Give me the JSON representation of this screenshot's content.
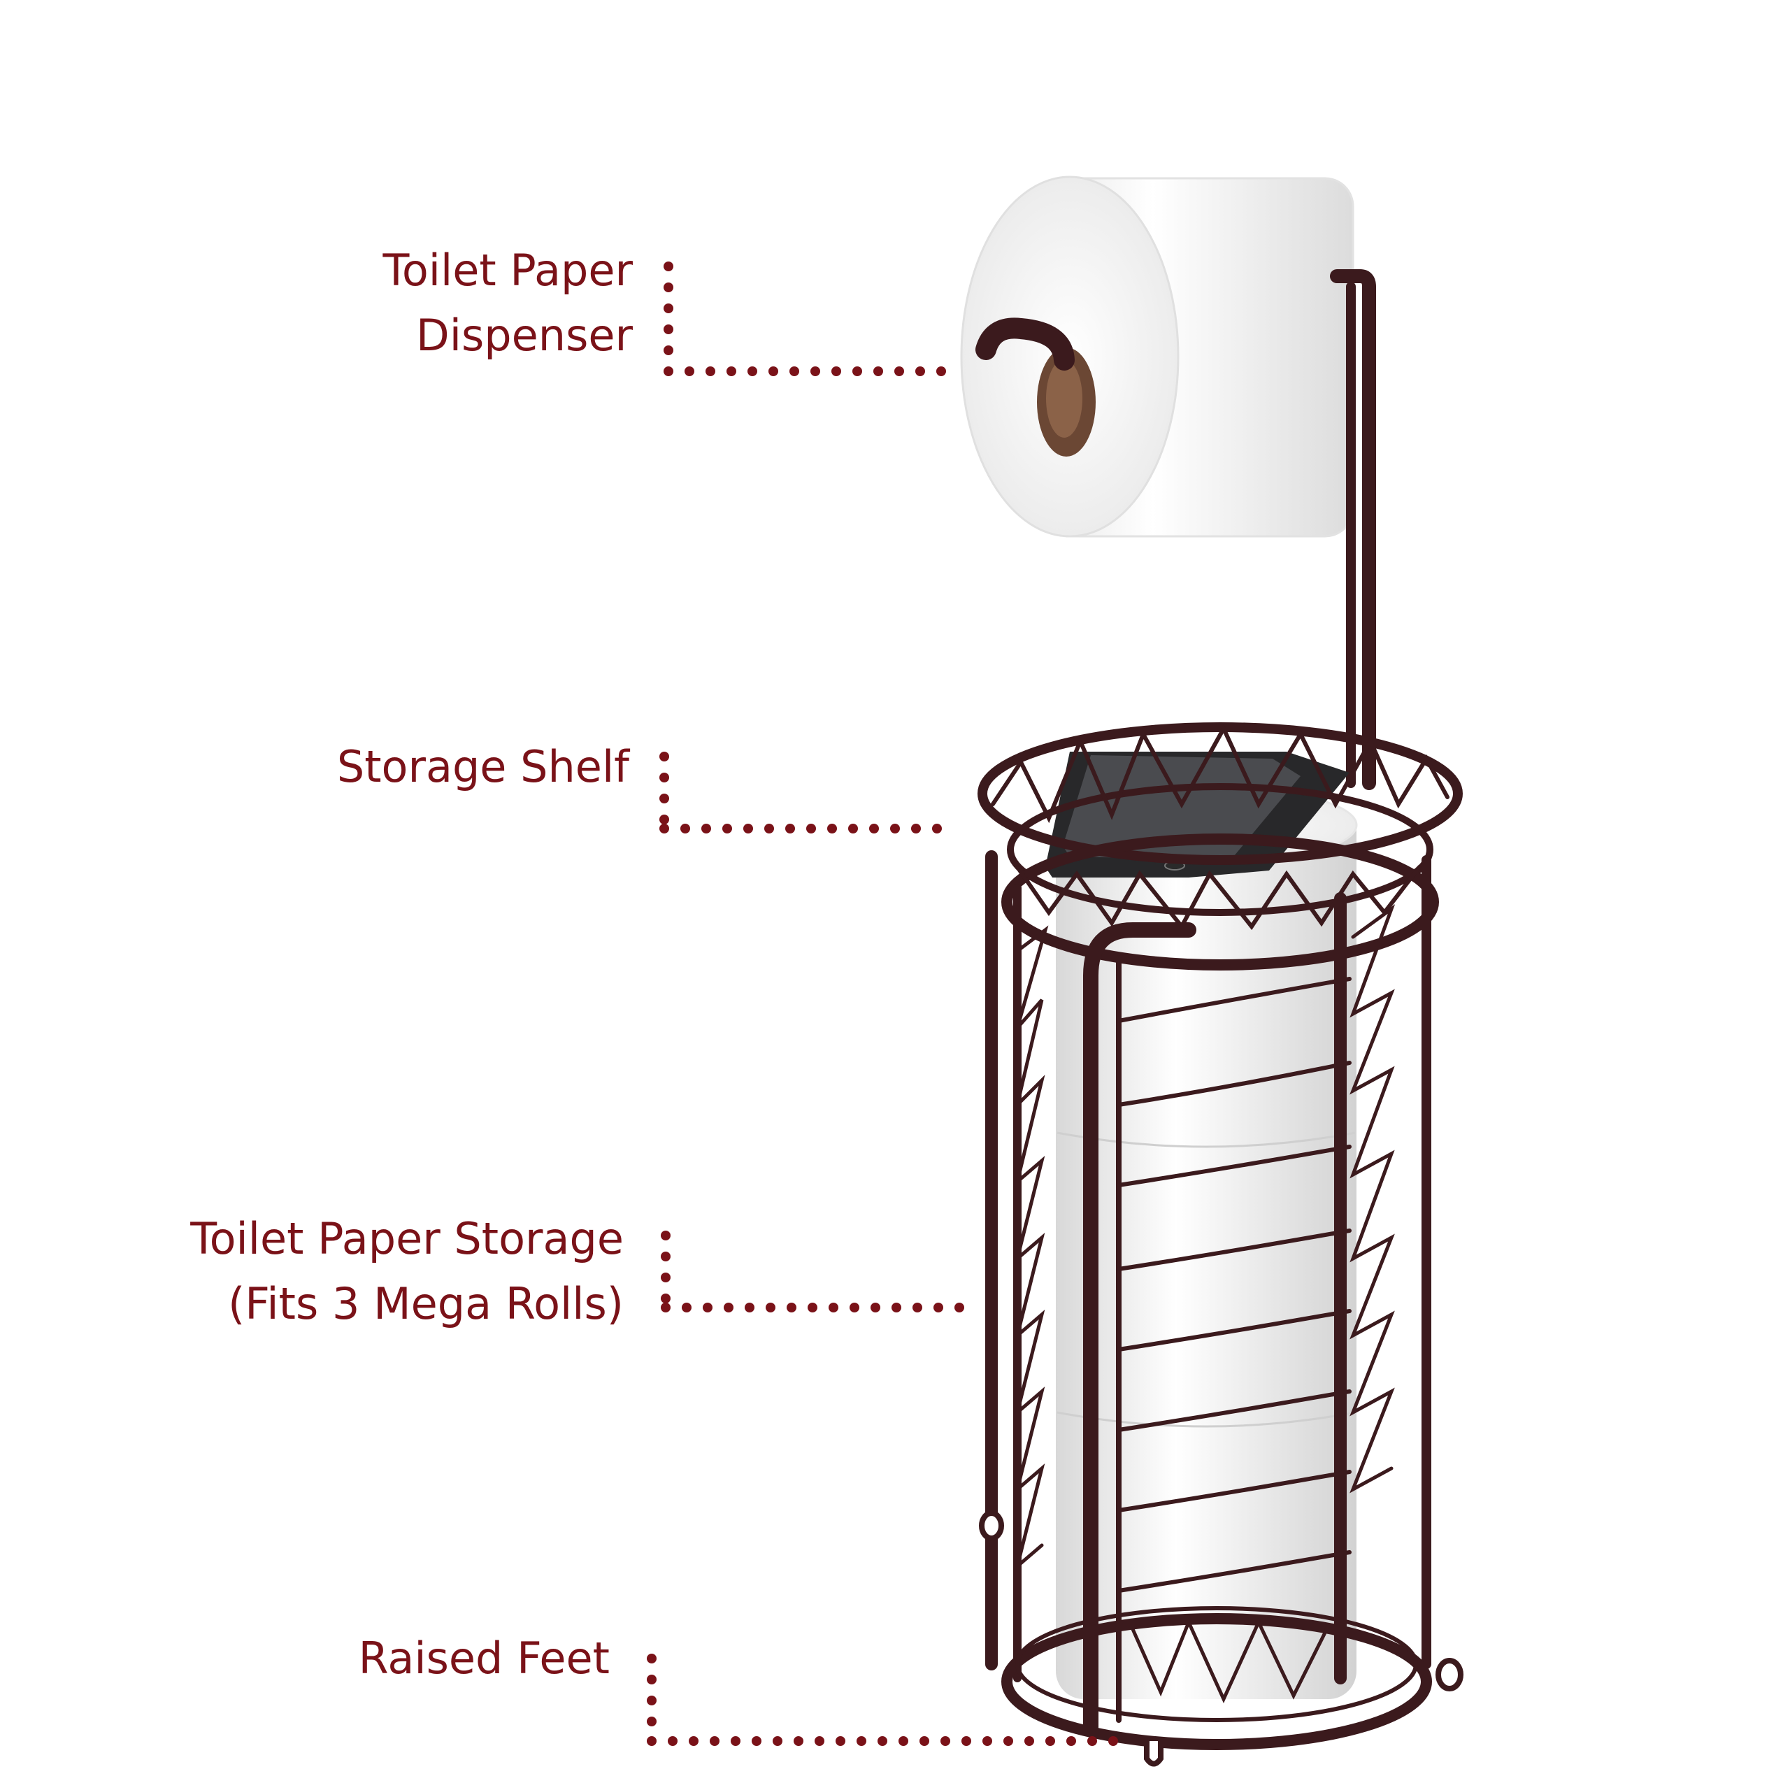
{
  "accent_color": "#7a1218",
  "metal_color": "#3b1a1d",
  "callouts": [
    {
      "lines": [
        "Toilet Paper",
        "Dispenser"
      ]
    },
    {
      "lines": [
        "Storage Shelf"
      ]
    },
    {
      "lines": [
        "Toilet Paper Storage",
        "(Fits 3 Mega Rolls)"
      ]
    },
    {
      "lines": [
        "Raised Feet"
      ]
    }
  ]
}
